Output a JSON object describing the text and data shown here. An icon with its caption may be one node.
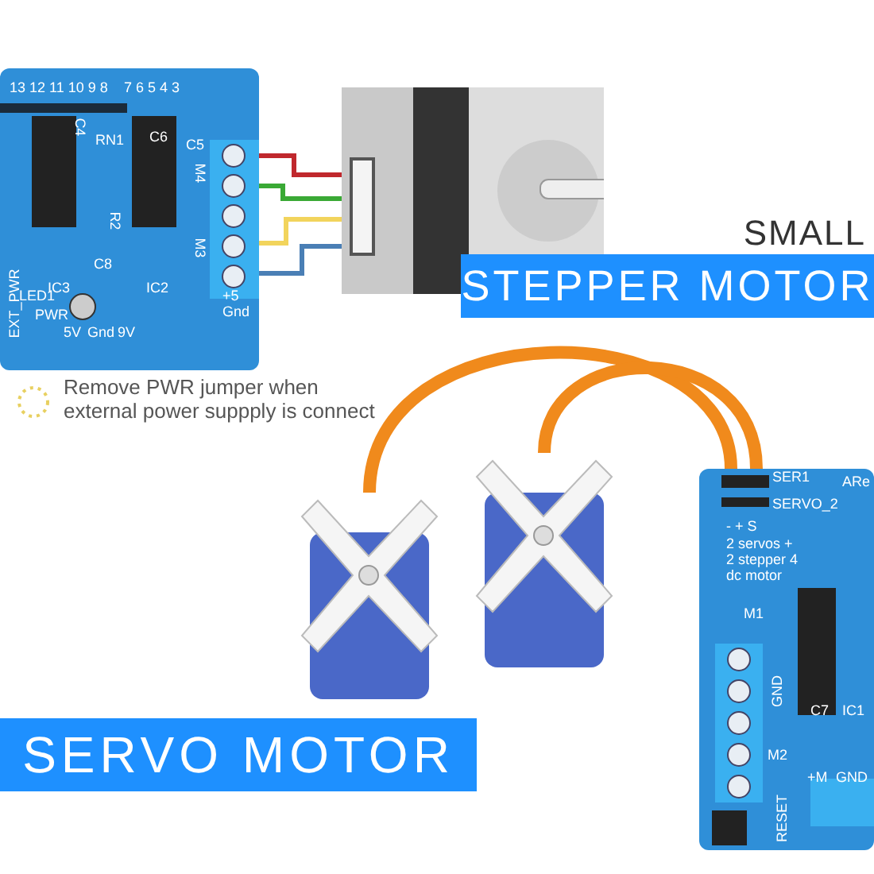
{
  "diagram": {
    "nodes": [
      {
        "text": [],
        "shape": "picture"
      },
      {
        "text": [],
        "shape": "picture",
        "beside": [
          "SMALL",
          "STEPPER MOTOR"
        ]
      },
      {
        "text": [],
        "shape": "picture"
      },
      {
        "text": [],
        "shape": "picture"
      },
      {
        "text": [],
        "shape": "picture"
      }
    ],
    "edges": [
      {
        "from": 0,
        "to": 1,
        "arrow": "none",
        "color": "#c0282d"
      },
      {
        "from": 0,
        "to": 1,
        "arrow": "none",
        "color": "#3aa935"
      },
      {
        "from": 0,
        "to": 1,
        "arrow": "none",
        "color": "#f2d45c"
      },
      {
        "from": 0,
        "to": 1,
        "arrow": "none",
        "color": "#4a7fb5"
      },
      {
        "from": 2,
        "to": 4,
        "arrow": "none",
        "style": "thick",
        "color": "#f08a1c"
      },
      {
        "from": 3,
        "to": 4,
        "arrow": "none",
        "style": "thick",
        "color": "#f08a1c"
      }
    ],
    "labels": [
      "13 12 11 10 9 8",
      "7 6 5 4 3",
      "C4",
      "RN1",
      "C6",
      "C5",
      "M4",
      "R2",
      "M3",
      "C8",
      "IC3",
      "IC2",
      "LED1",
      "+5",
      "PWR",
      "Gnd",
      "5V",
      "Gnd",
      "9V",
      "EXT_PWR",
      "Remove PWR jumper when external power suppply is connect",
      "SER1",
      "ARe",
      "SERVO_2",
      "- + S",
      "2 servos + 2 stepper 4 dc motor",
      "M1",
      "GND",
      "C7",
      "IC1",
      "M2",
      "+M",
      "GND",
      "RESET",
      "SERVO MOTOR"
    ]
  }
}
